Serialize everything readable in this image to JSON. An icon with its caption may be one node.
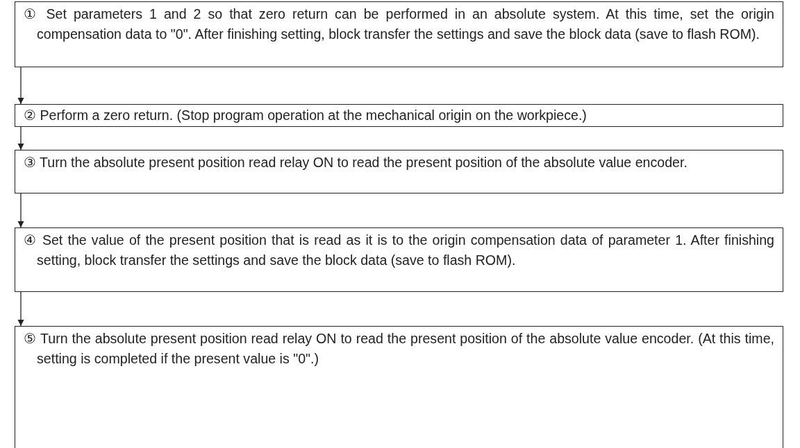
{
  "diagram": {
    "nodes": [
      {
        "text": [
          "① Set parameters 1 and 2 so that zero return can be performed in an absolute system. At this time, set the origin compensation data to \"0\". After finishing setting, block transfer the settings and save the block data (save to flash ROM)."
        ]
      },
      {
        "text": [
          "② Perform a zero return. (Stop program operation at the mechanical origin on the workpiece.)"
        ]
      },
      {
        "text": [
          "③ Turn the absolute present position read relay ON to read the present position of the absolute value encoder."
        ]
      },
      {
        "text": [
          "④ Set the value of the present position that is read as it is to the origin compensation data of parameter 1. After finishing setting, block transfer the settings and save the block data (save to flash ROM)."
        ]
      },
      {
        "text": [
          "⑤ Turn the absolute present position read relay ON to read the present position of the absolute value encoder. (At this time, setting is completed if the present value is \"0\".)"
        ]
      }
    ],
    "edges": [
      {
        "from": 0,
        "to": 1,
        "arrow": "to"
      },
      {
        "from": 1,
        "to": 2,
        "arrow": "to"
      },
      {
        "from": 2,
        "to": 3,
        "arrow": "to"
      },
      {
        "from": 3,
        "to": 4,
        "arrow": "to"
      }
    ]
  }
}
